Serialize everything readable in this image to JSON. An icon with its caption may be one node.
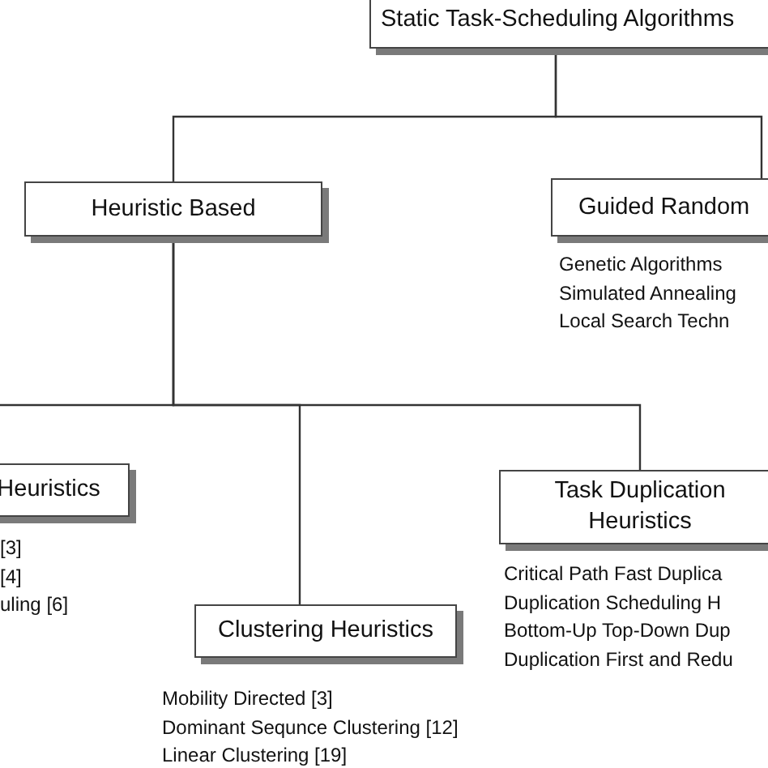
{
  "diagram": {
    "nodes": [
      {
        "text": [
          "Static Task-Scheduling Algorithms"
        ]
      },
      {
        "text": [
          "Heuristic Based"
        ]
      },
      {
        "text": [
          "Guided Random"
        ],
        "beside": [
          "Genetic Algorithms",
          "Simulated Annealing",
          "Local Search Techn"
        ]
      },
      {
        "text": [
          "Heuristics"
        ],
        "beside": [
          "[3]",
          "[4]",
          "uling [6]"
        ]
      },
      {
        "text": [
          "Task Duplication Heuristics"
        ],
        "beside": [
          "Critical Path Fast Duplica",
          "Duplication Scheduling H",
          "Bottom-Up Top-Down Dup",
          "Duplication First and Redu"
        ]
      },
      {
        "text": [
          "Clustering Heuristics"
        ],
        "beside": [
          "Mobility Directed [3]",
          "Dominant Sequnce Clustering [12]",
          "Linear Clustering [19]"
        ]
      }
    ],
    "edges": [
      {
        "from": 0,
        "to": 1,
        "arrow": "none"
      },
      {
        "from": 0,
        "to": 2,
        "arrow": "none"
      },
      {
        "from": 1,
        "to": 3,
        "arrow": "none"
      },
      {
        "from": 1,
        "to": 4,
        "arrow": "none"
      },
      {
        "from": 1,
        "to": 5,
        "arrow": "none"
      }
    ]
  }
}
